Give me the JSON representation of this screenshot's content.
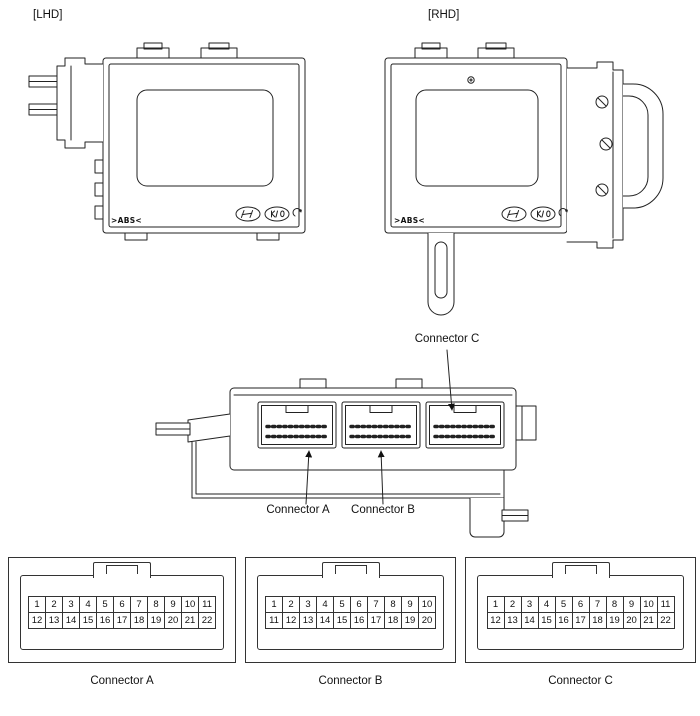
{
  "page": {
    "background": "#ffffff",
    "line_color": "#222222"
  },
  "variant_labels": {
    "lhd": "[LHD]",
    "rhd": "[RHD]"
  },
  "markings": {
    "abs": ">ABS<"
  },
  "icons": {
    "hyundai_logo": "hyundai-logo",
    "kia_logo": "kia-logo",
    "certification_mark": "certification-mark"
  },
  "callouts": {
    "connector_c": "Connector C",
    "connector_a": "Connector A",
    "connector_b": "Connector B"
  },
  "connectors": [
    {
      "id": "A",
      "label": "Connector A",
      "rows": [
        [
          1,
          2,
          3,
          4,
          5,
          6,
          7,
          8,
          9,
          10,
          11
        ],
        [
          12,
          13,
          14,
          15,
          16,
          17,
          18,
          19,
          20,
          21,
          22
        ]
      ]
    },
    {
      "id": "B",
      "label": "Connector B",
      "rows": [
        [
          1,
          2,
          3,
          4,
          5,
          6,
          7,
          8,
          9,
          10
        ],
        [
          11,
          12,
          13,
          14,
          15,
          16,
          17,
          18,
          19,
          20
        ]
      ]
    },
    {
      "id": "C",
      "label": "Connector C",
      "rows": [
        [
          1,
          2,
          3,
          4,
          5,
          6,
          7,
          8,
          9,
          10,
          11
        ],
        [
          12,
          13,
          14,
          15,
          16,
          17,
          18,
          19,
          20,
          21,
          22
        ]
      ]
    }
  ]
}
